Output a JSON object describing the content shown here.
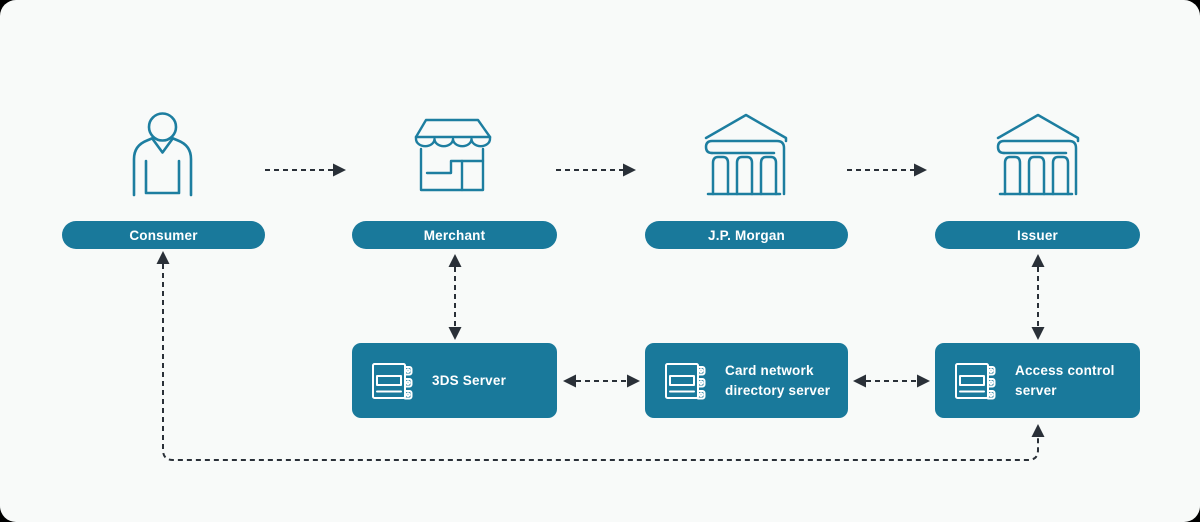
{
  "colors": {
    "teal": "#19799B",
    "icon_stroke": "#1D7EA0",
    "arrow": "#2A3038",
    "canvas_background": "#F8FAF9"
  },
  "entities": [
    {
      "id": "consumer",
      "label": "Consumer",
      "icon": "person-icon"
    },
    {
      "id": "merchant",
      "label": "Merchant",
      "icon": "storefront-icon"
    },
    {
      "id": "jpmorgan",
      "label": "J.P. Morgan",
      "icon": "bank-icon"
    },
    {
      "id": "issuer",
      "label": "Issuer",
      "icon": "bank-icon"
    }
  ],
  "servers": [
    {
      "id": "threeds",
      "label": "3DS Server",
      "line1": "3DS Server",
      "line2": "",
      "icon": "server-icon"
    },
    {
      "id": "cardnet",
      "label": "Card network directory server",
      "line1": "Card network",
      "line2": "directory server",
      "icon": "server-icon"
    },
    {
      "id": "acs",
      "label": "Access control server",
      "line1": "Access control",
      "line2": "server",
      "icon": "server-icon"
    }
  ],
  "connections": [
    {
      "from": "Consumer",
      "to": "Merchant",
      "style": "dashed",
      "direction": "one-way"
    },
    {
      "from": "Merchant",
      "to": "J.P. Morgan",
      "style": "dashed",
      "direction": "one-way"
    },
    {
      "from": "J.P. Morgan",
      "to": "Issuer",
      "style": "dashed",
      "direction": "one-way"
    },
    {
      "from": "Merchant",
      "to": "3DS Server",
      "style": "dashed",
      "direction": "two-way"
    },
    {
      "from": "Issuer",
      "to": "Access control server",
      "style": "dashed",
      "direction": "two-way"
    },
    {
      "from": "3DS Server",
      "to": "Card network directory server",
      "style": "dashed",
      "direction": "two-way"
    },
    {
      "from": "Card network directory server",
      "to": "Access control server",
      "style": "dashed",
      "direction": "two-way"
    },
    {
      "from": "Consumer",
      "to": "Access control server",
      "style": "dashed",
      "direction": "two-way",
      "route": "bottom"
    }
  ]
}
